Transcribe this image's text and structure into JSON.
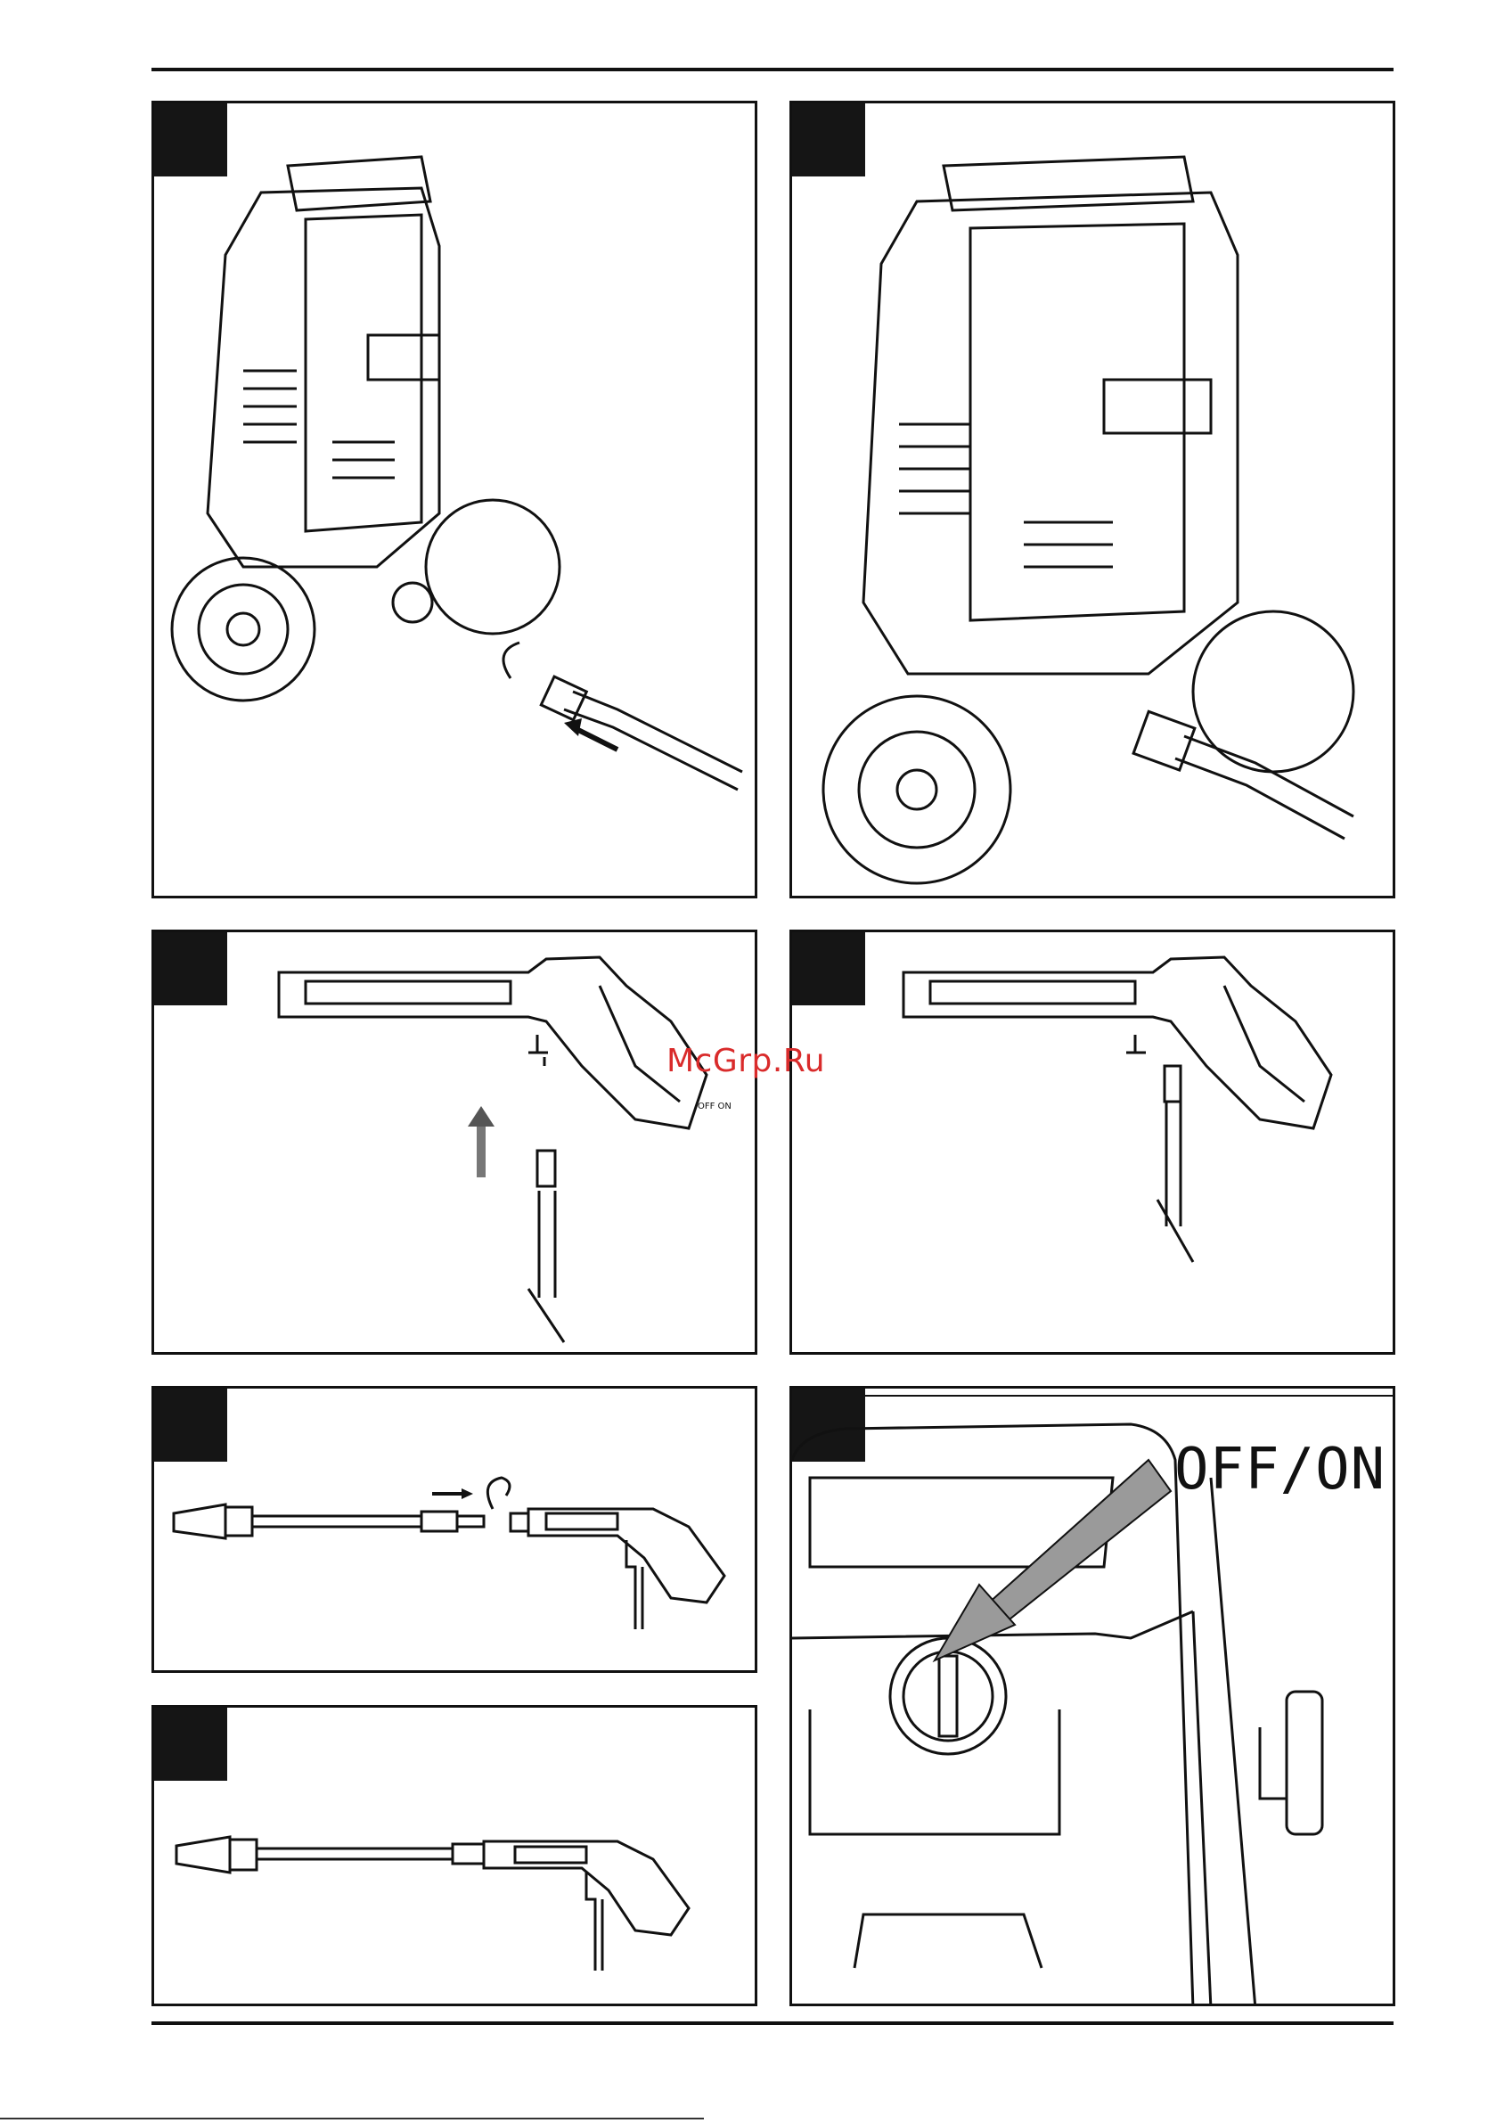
{
  "watermark": {
    "text": "McGrp.Ru"
  },
  "panels": {
    "switch_label": "OFF/ON",
    "gun_switch_mark": "OFF ON"
  },
  "colors": {
    "ink": "#111111",
    "watermark": "#d92b2b",
    "arrow_fill": "#9a9a9a"
  }
}
